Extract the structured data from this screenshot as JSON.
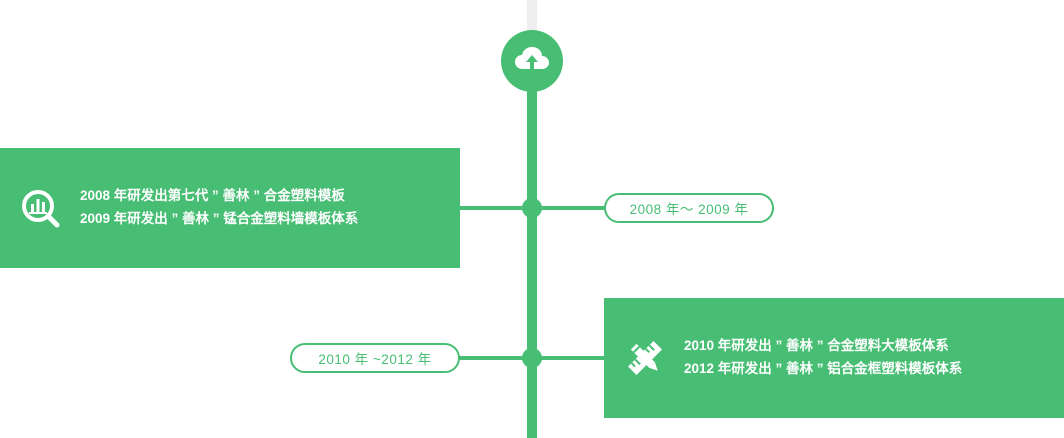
{
  "colors": {
    "accent": "#47be74",
    "top_stub": "#eeeeee",
    "background": "#ffffff"
  },
  "timeline": {
    "top_icon": "cloud-upload-icon",
    "milestones": [
      {
        "range_label": "2008 年～ 2009 年",
        "icon": "chart-search-icon",
        "lines": [
          "2008 年研发出第七代 ” 善林 ” 合金塑料模板",
          "2009 年研发出 ” 善林 ” 锰合金塑料墙模板体系"
        ]
      },
      {
        "range_label": "2010 年 ~2012 年",
        "icon": "pencil-ruler-icon",
        "lines": [
          "2010 年研发出 ” 善林 ” 合金塑料大模板体系",
          "2012 年研发出 ” 善林 ” 铝合金框塑料模板体系"
        ]
      }
    ]
  }
}
